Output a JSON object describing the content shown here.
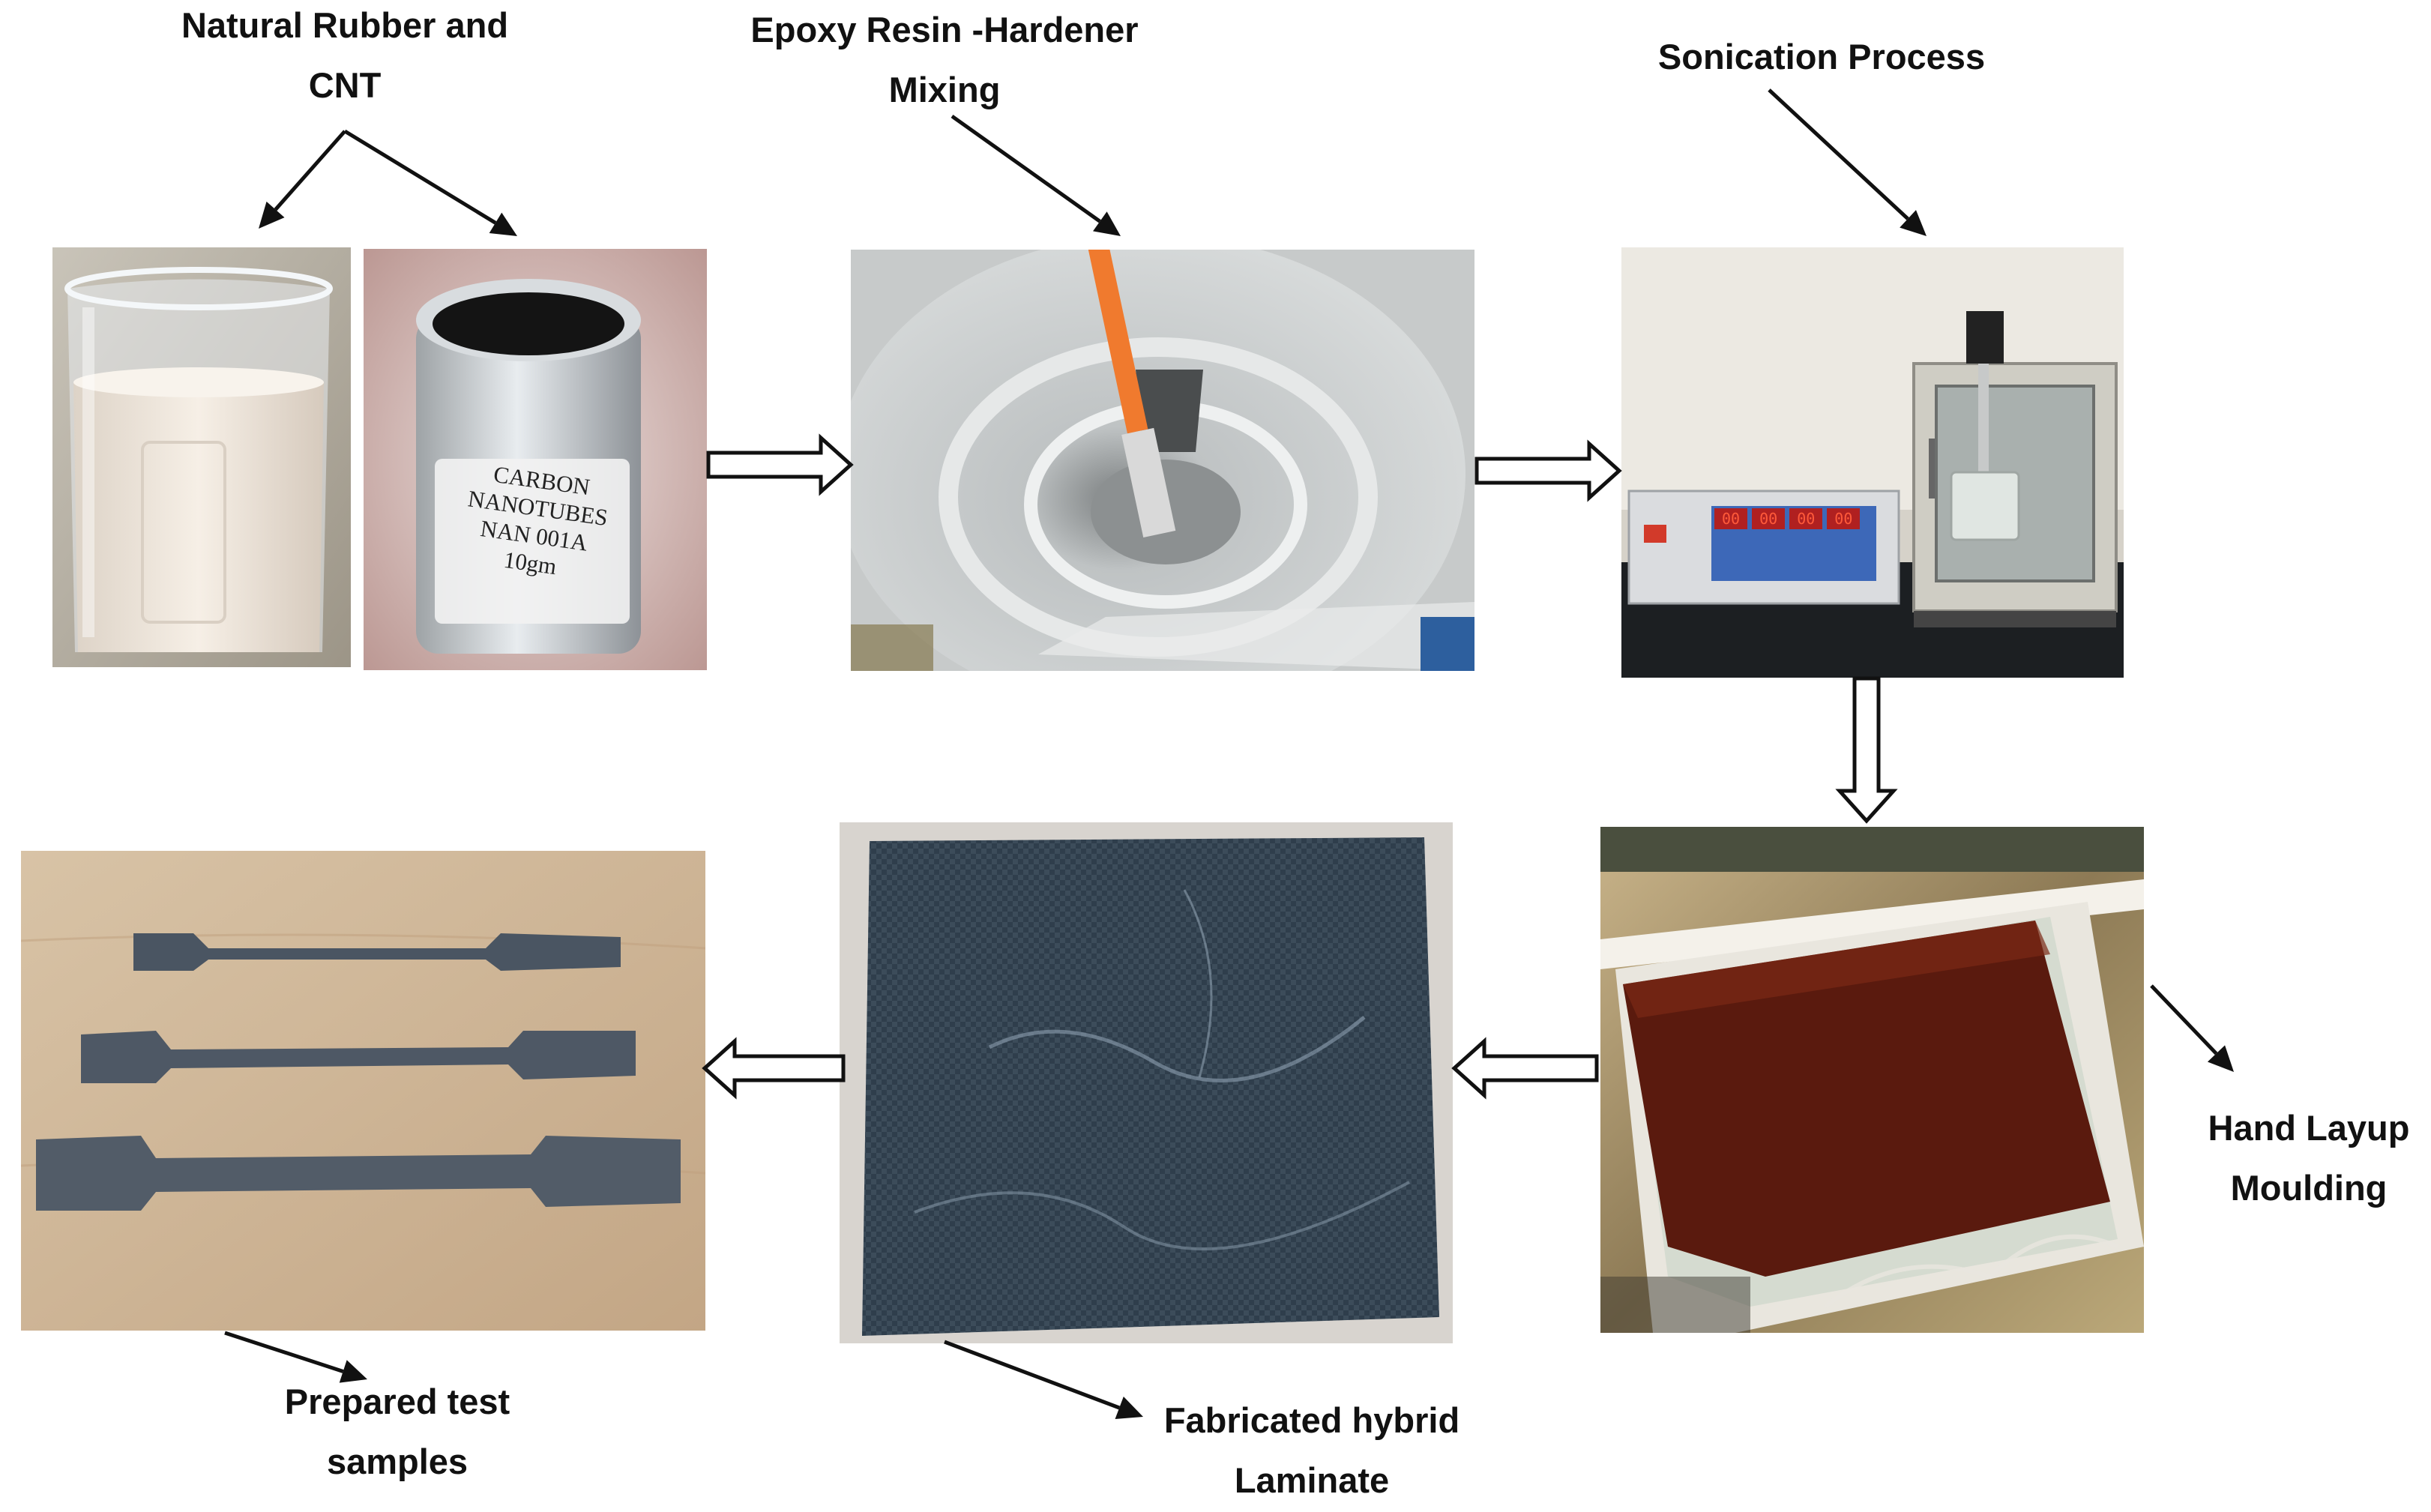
{
  "steps": {
    "natural_rubber_cnt": {
      "line1": "Natural Rubber and",
      "line2": "CNT"
    },
    "epoxy_mixing": {
      "line1": "Epoxy Resin -Hardener",
      "line2": "Mixing"
    },
    "sonication": {
      "line1": "Sonication Process"
    },
    "hand_layup": {
      "line1": "Hand Layup",
      "line2": "Moulding"
    },
    "fabricated_laminate": {
      "line1": "Fabricated hybrid",
      "line2": "Laminate"
    },
    "test_samples": {
      "line1": "Prepared test",
      "line2": "samples"
    }
  },
  "photo_text": {
    "cnt_jar": [
      "CARBON",
      "NANOTUBES",
      "NAN 001A",
      "10gm"
    ],
    "sonicator_display": [
      "00",
      "00",
      "00",
      "00"
    ]
  },
  "colors": {
    "arrow": "#111111",
    "block_arrow_fill": "#ffffff",
    "rubber": "#f1e8df",
    "cnt_powder": "#141414",
    "epoxy": "#cfd2d2",
    "stirrer": "#f07a2e",
    "sonicator_panel": "#3d68b8",
    "resin_sheet": "#5a1a0e",
    "laminate": "#2f3e4c",
    "wood": "#cdb597"
  }
}
